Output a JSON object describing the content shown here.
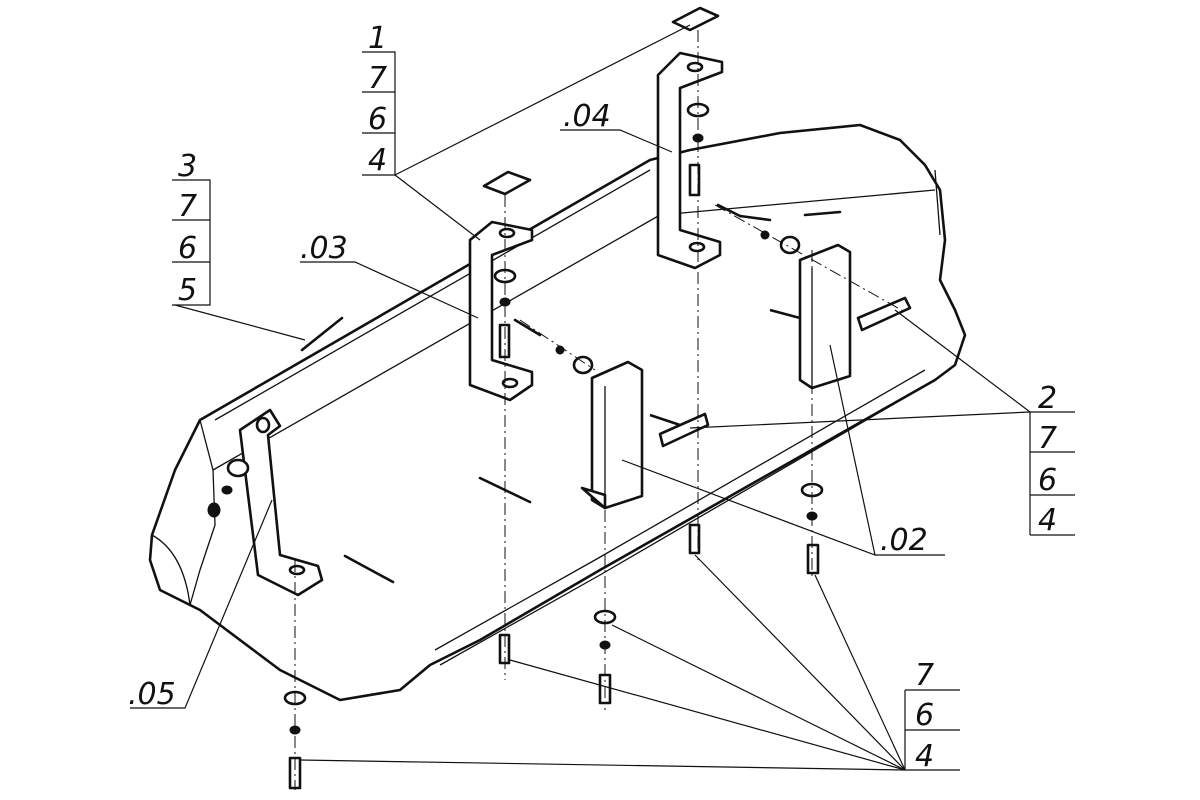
{
  "callouts": {
    "top_left": [
      "1",
      "7",
      "6",
      "4"
    ],
    "left": [
      "3",
      "7",
      "6",
      "5"
    ],
    "right": [
      "2",
      "7",
      "6",
      "4"
    ],
    "bottom_right": [
      "7",
      "6",
      "4"
    ],
    "refs": {
      "r04": ".04",
      "r03": ".03",
      "r02": ".02",
      "r05": ".05"
    }
  }
}
